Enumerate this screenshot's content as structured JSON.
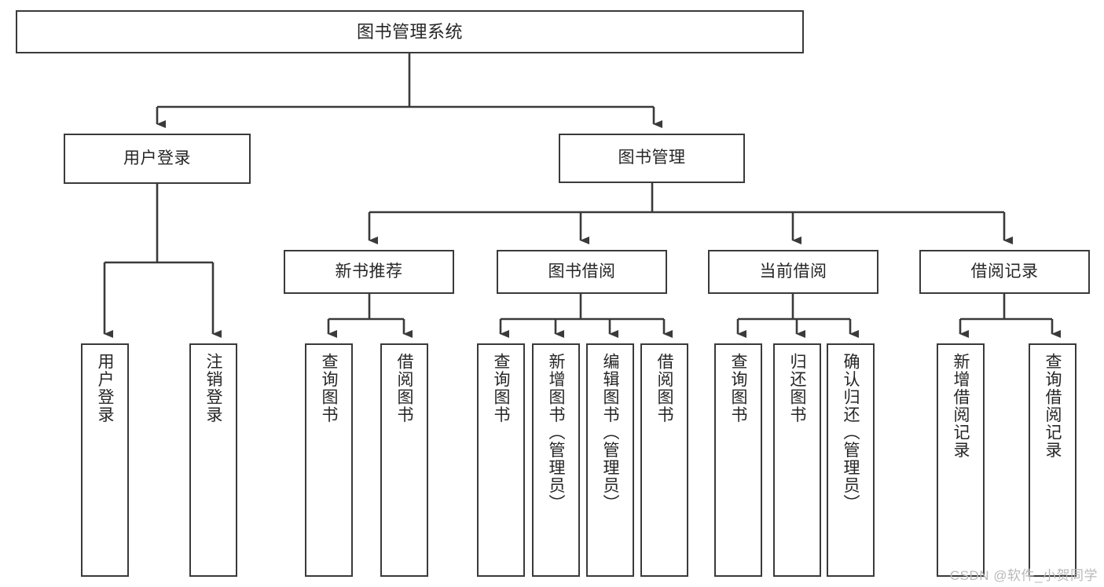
{
  "diagram": {
    "type": "tree-hierarchy",
    "title": "图书管理系统",
    "watermark": "CSDN @软件_小贺同学",
    "colors": {
      "stroke": "#3a3a3a",
      "fill": "#ffffff",
      "text": "#262626",
      "watermark": "#b9b9b9"
    },
    "nodes": {
      "root": "图书管理系统",
      "level2": {
        "user_login": "用户登录",
        "book_manage": "图书管理"
      },
      "level3": {
        "new_book_recommend": "新书推荐",
        "book_borrow": "图书借阅",
        "current_borrow": "当前借阅",
        "borrow_record": "借阅记录"
      },
      "leaves": {
        "user_login_1": "用户登录",
        "user_login_2": "注销登录",
        "new_book_1": "查询图书",
        "new_book_2": "借阅图书",
        "book_borrow_1": "查询图书",
        "book_borrow_2": "新增图书（管理员）",
        "book_borrow_3": "编辑图书（管理员）",
        "book_borrow_4": "借阅图书",
        "current_borrow_1": "查询图书",
        "current_borrow_2": "归还图书",
        "current_borrow_3": "确认归还（管理员）",
        "borrow_record_1": "新增借阅记录",
        "borrow_record_2": "查询借阅记录"
      }
    }
  }
}
